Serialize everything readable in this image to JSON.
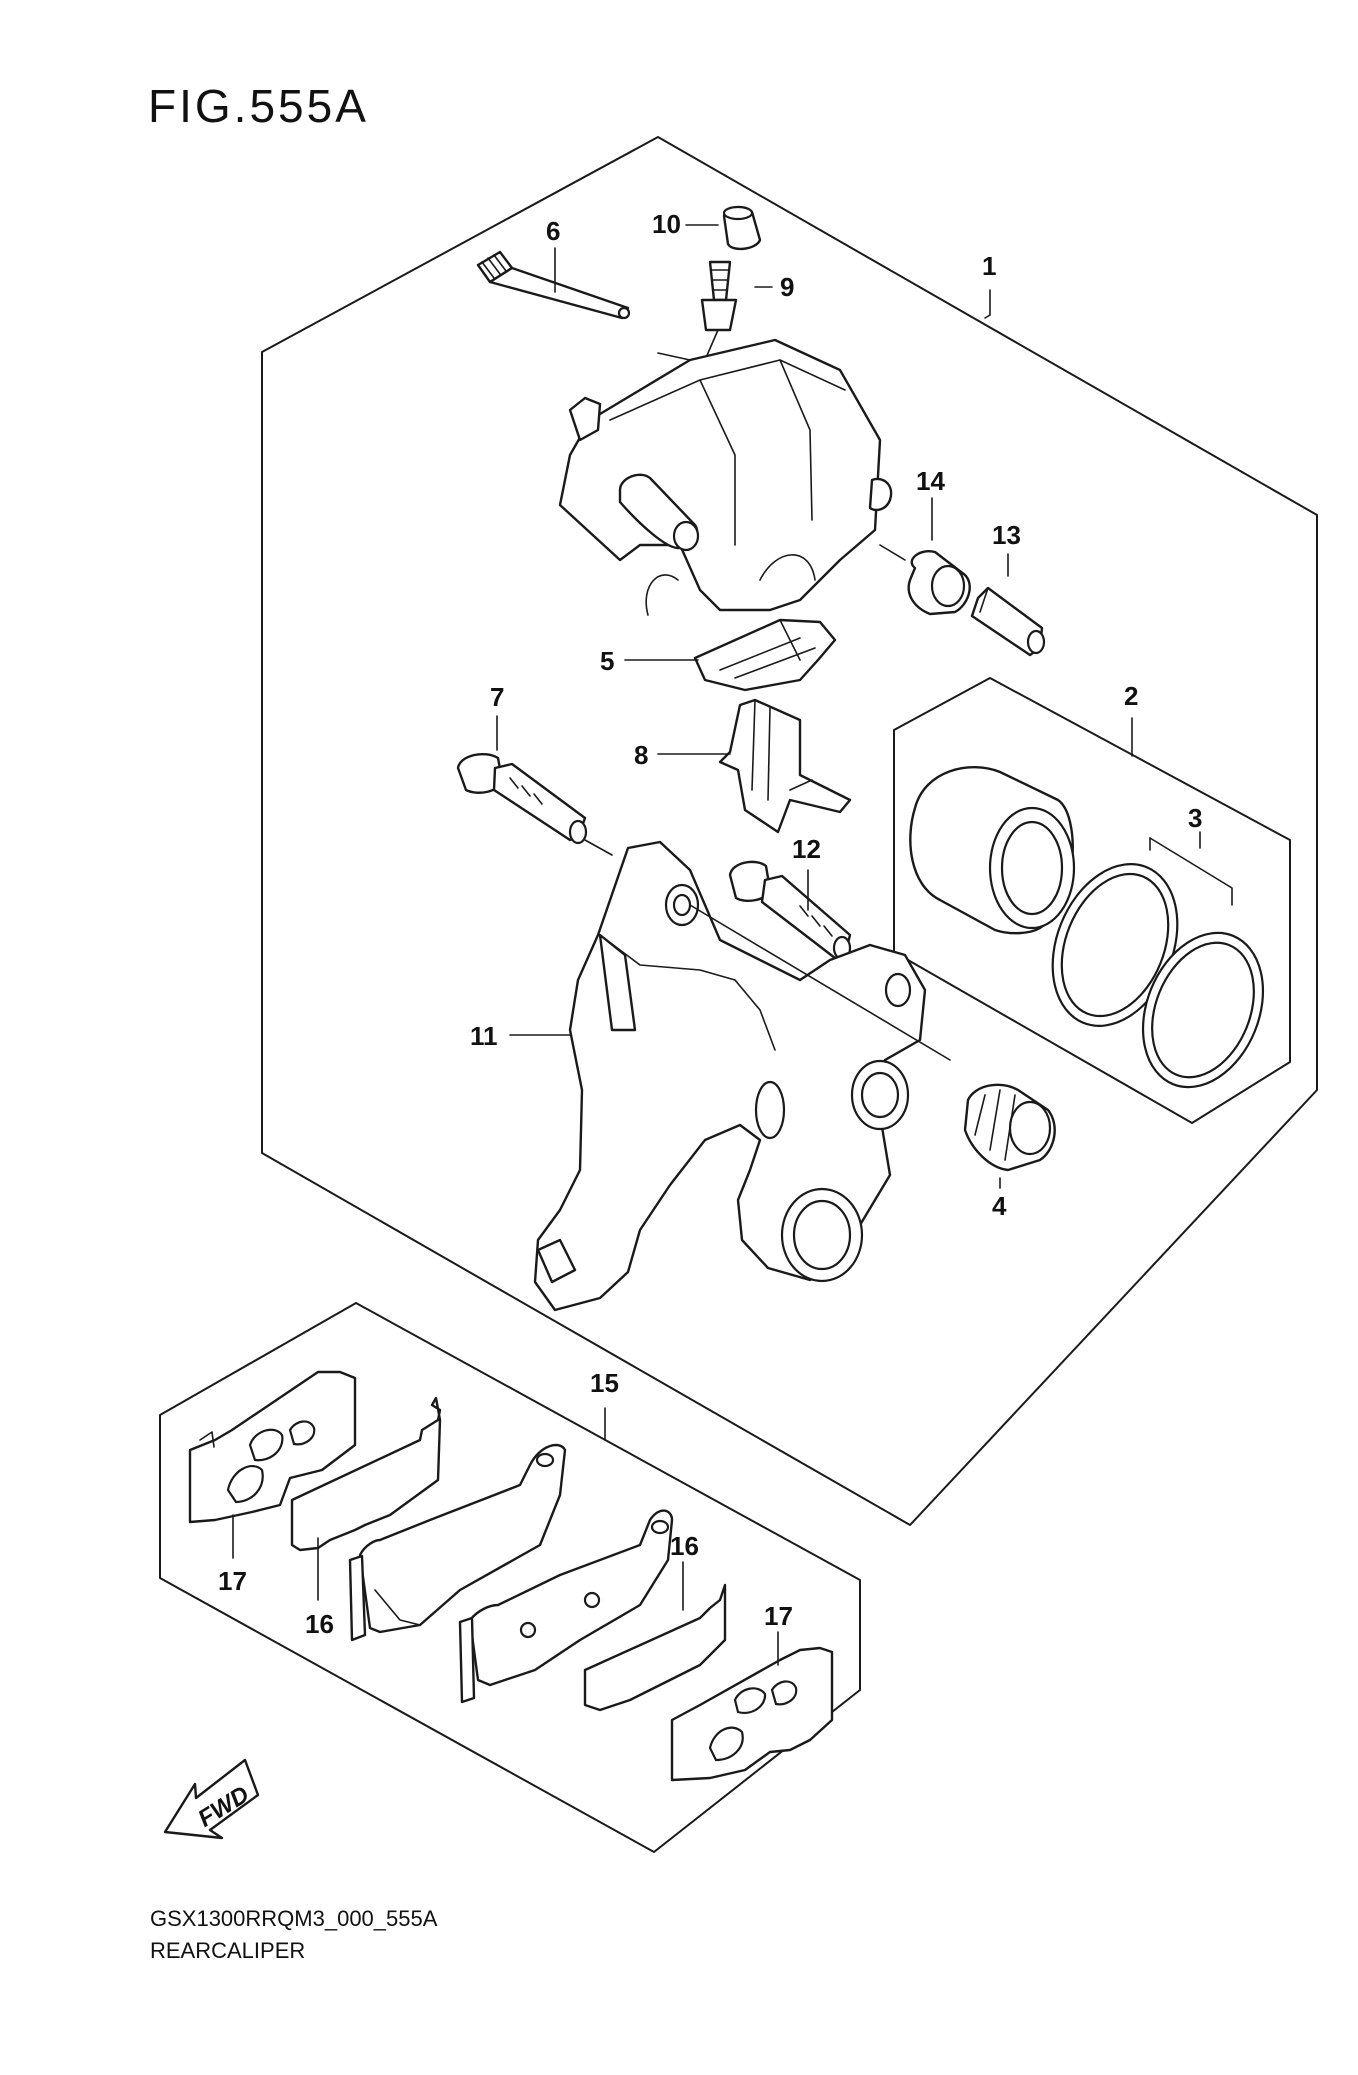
{
  "figure": {
    "title": "FIG.555A",
    "code": "GSX1300RRQM3_000_555A",
    "caption": "REARCALIPER"
  },
  "callouts": [
    {
      "id": "1",
      "label": "1"
    },
    {
      "id": "2",
      "label": "2"
    },
    {
      "id": "3",
      "label": "3"
    },
    {
      "id": "4",
      "label": "4"
    },
    {
      "id": "5",
      "label": "5"
    },
    {
      "id": "6",
      "label": "6"
    },
    {
      "id": "7",
      "label": "7"
    },
    {
      "id": "8",
      "label": "8"
    },
    {
      "id": "9",
      "label": "9"
    },
    {
      "id": "10",
      "label": "10"
    },
    {
      "id": "11",
      "label": "11"
    },
    {
      "id": "12",
      "label": "12"
    },
    {
      "id": "13",
      "label": "13"
    },
    {
      "id": "14",
      "label": "14"
    },
    {
      "id": "15",
      "label": "15"
    },
    {
      "id": "16a",
      "label": "16"
    },
    {
      "id": "16b",
      "label": "16"
    },
    {
      "id": "17a",
      "label": "17"
    },
    {
      "id": "17b",
      "label": "17"
    }
  ],
  "direction_arrow": {
    "label": "FWD",
    "icon": "fwd-arrow-icon"
  }
}
